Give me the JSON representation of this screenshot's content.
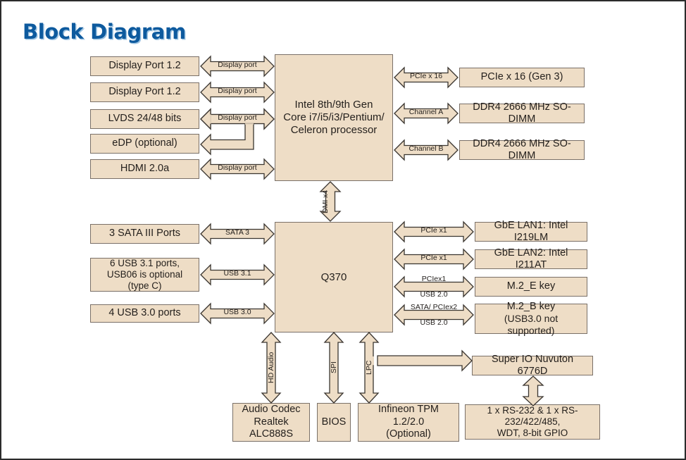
{
  "page": {
    "title": "Block Diagram",
    "title_color": "#0d5a9e",
    "block_fill": "#eeddc6",
    "block_border": "#7a7068",
    "background": "#ffffff"
  },
  "blocks": {
    "dp1": "Display Port 1.2",
    "dp2": "Display Port 1.2",
    "lvds": "LVDS 24/48 bits",
    "edp": "eDP (optional)",
    "hdmi": "HDMI 2.0a",
    "cpu_l1": "Intel 8th/9th Gen",
    "cpu_l2": "Core i7/i5/i3/Pentium/",
    "cpu_l3": "Celeron processor",
    "pcie16": "PCIe x 16 (Gen 3)",
    "ddr4_a": "DDR4 2666 MHz SO-DIMM",
    "ddr4_b": "DDR4 2666 MHz SO-DIMM",
    "sata": "3 SATA III Ports",
    "usb31_l1": "6 USB 3.1 ports,",
    "usb31_l2": "USB06 is optional",
    "usb31_l3": "(type C)",
    "usb30": "4 USB 3.0 ports",
    "pch": "Q370",
    "lan1": "GbE LAN1: Intel I219LM",
    "lan2": "GbE LAN2: Intel I211AT",
    "m2e": "M.2_E key",
    "m2b_l1": "M.2_B key",
    "m2b_l2": "(USB3.0 not supported)",
    "superio": "Super IO Nuvuton 6776D",
    "audio_l1": "Audio Codec",
    "audio_l2": "Realtek ALC888S",
    "bios": "BIOS",
    "tpm_l1": "Infineon TPM 1.2/2.0",
    "tpm_l2": "(Optional)",
    "serial_l1": "1 x RS-232 & 1 x RS-232/422/485,",
    "serial_l2": "WDT, 8-bit GPIO"
  },
  "bus_labels": {
    "dp1": "Display port",
    "dp2": "Display port",
    "lvds_edp": "Display port",
    "hdmi": "Display port",
    "pcie16": "PCIe x 16",
    "chan_a": "Channel A",
    "chan_b": "Channel B",
    "dmi": "DMI x4",
    "sata3": "SATA 3",
    "usb31": "USB 3.1",
    "usb30": "USB 3.0",
    "lan1": "PCIe x1",
    "lan2": "PCIe x1",
    "m2e_top": "PCIex1",
    "m2e_bottom": "USB 2.0",
    "m2b_top": "SATA/ PCIex2",
    "m2b_bottom": "USB 2.0",
    "hd_audio": "HD Audio",
    "spi": "SPI",
    "lpc": "LPC"
  }
}
